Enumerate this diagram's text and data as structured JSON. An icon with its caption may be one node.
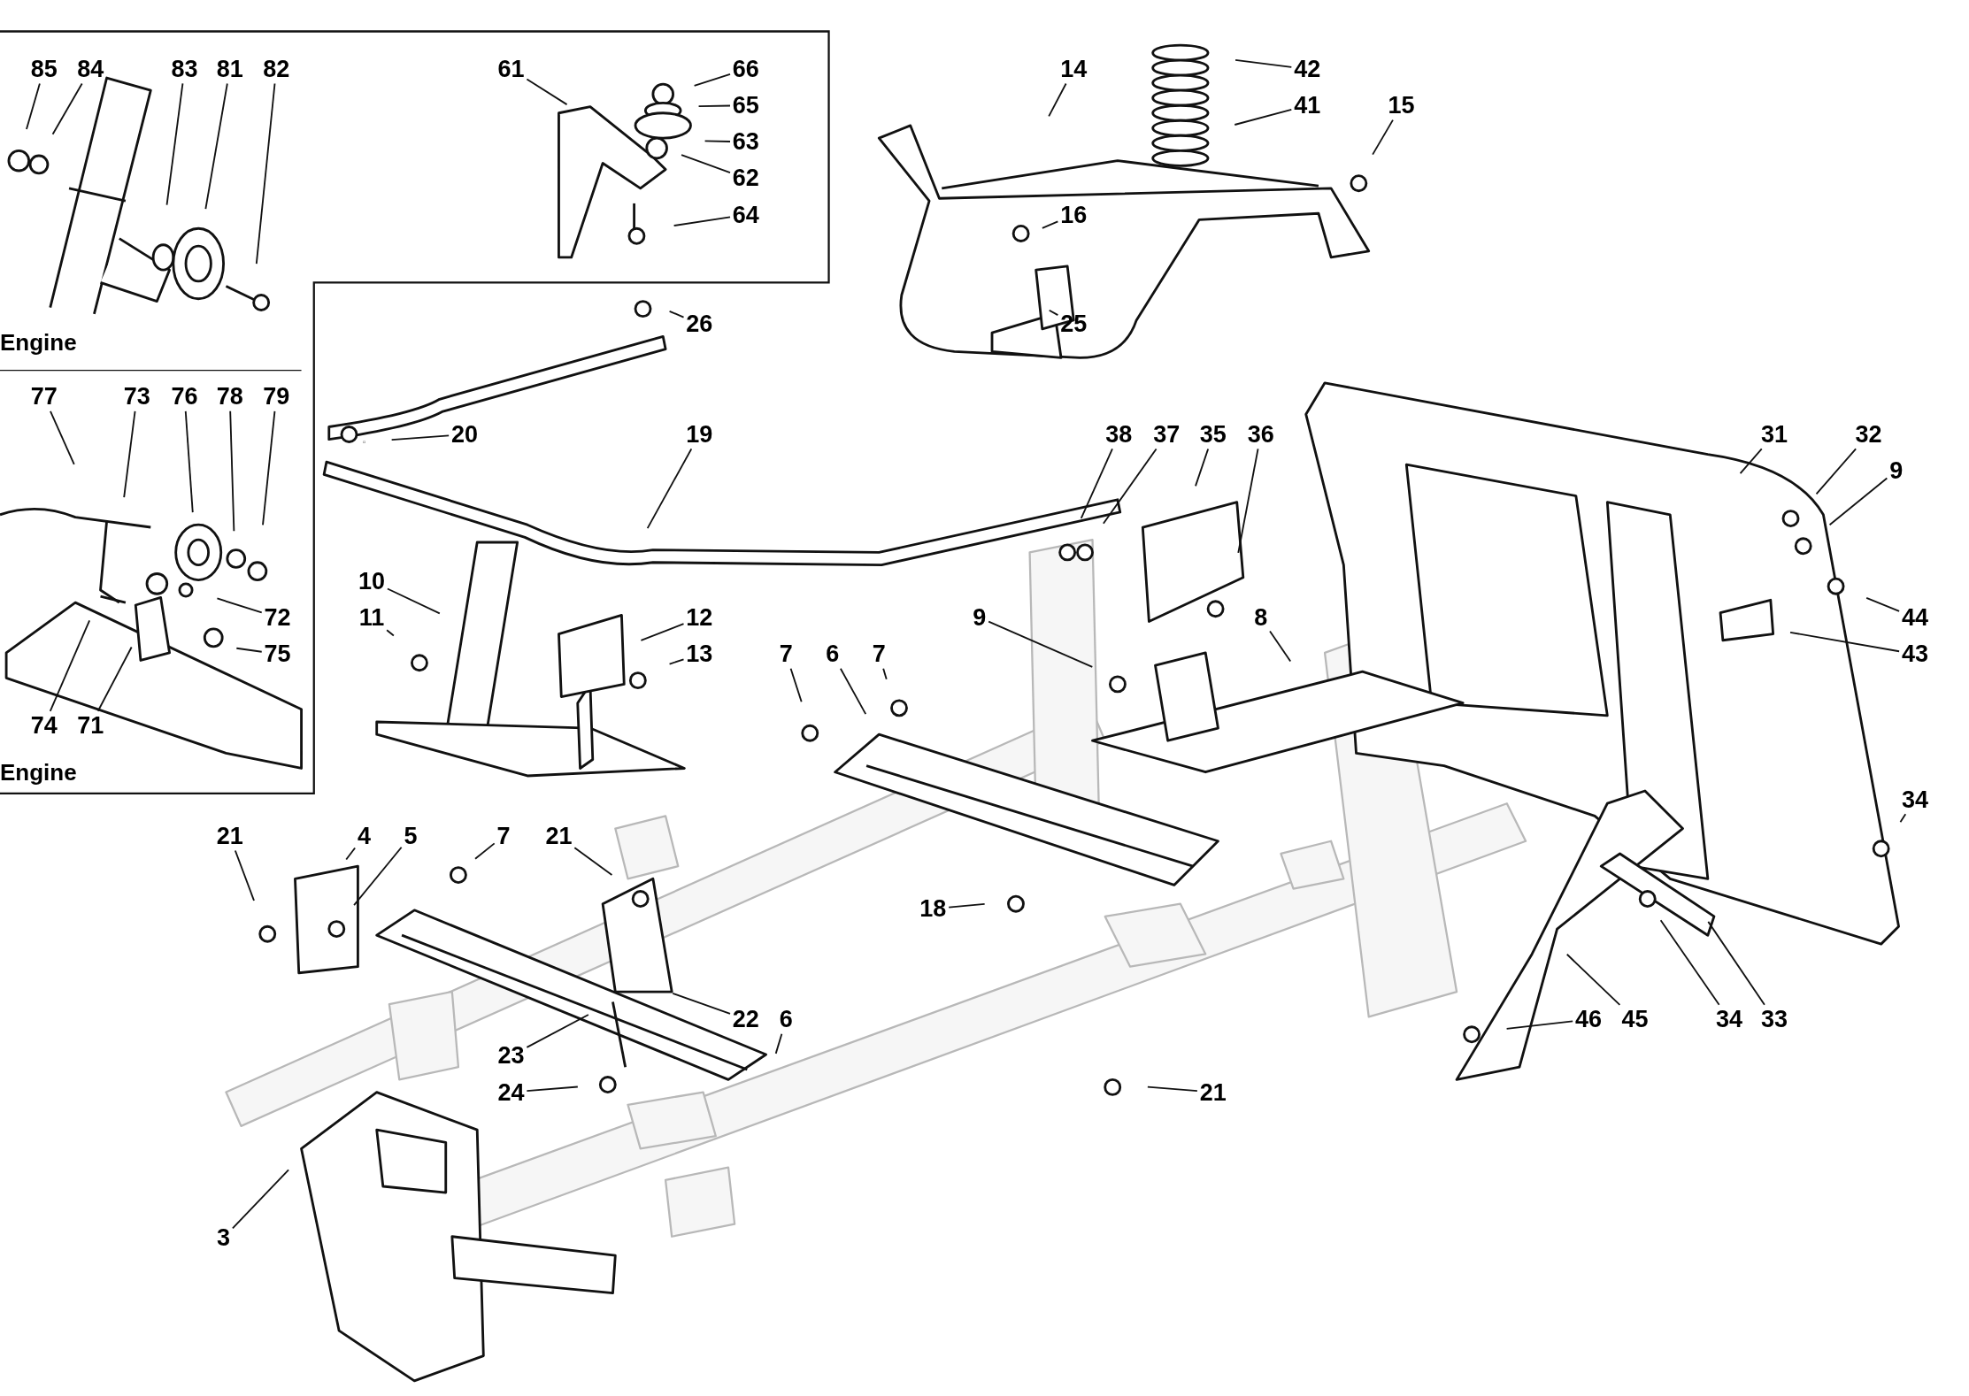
{
  "diagram": {
    "nodes": [
      {
        "text": [
          "85"
        ]
      },
      {
        "text": [
          "84"
        ]
      },
      {
        "text": [
          "83"
        ]
      },
      {
        "text": [
          "81"
        ]
      },
      {
        "text": [
          "82"
        ]
      },
      {
        "text": [
          "61"
        ]
      },
      {
        "text": [
          "66"
        ]
      },
      {
        "text": [
          "65"
        ]
      },
      {
        "text": [
          "63"
        ]
      },
      {
        "text": [
          "62"
        ]
      },
      {
        "text": [
          "64"
        ]
      },
      {
        "text": [
          "14"
        ]
      },
      {
        "text": [
          "42"
        ]
      },
      {
        "text": [
          "41"
        ]
      },
      {
        "text": [
          "15"
        ]
      },
      {
        "text": [
          "16"
        ]
      },
      {
        "text": [
          "25"
        ]
      },
      {
        "text": [
          "26"
        ]
      },
      {
        "text": [
          "77"
        ]
      },
      {
        "text": [
          "73"
        ]
      },
      {
        "text": [
          "76"
        ]
      },
      {
        "text": [
          "78"
        ]
      },
      {
        "text": [
          "79"
        ]
      },
      {
        "text": [
          "20"
        ]
      },
      {
        "text": [
          "19"
        ]
      },
      {
        "text": [
          "38"
        ]
      },
      {
        "text": [
          "37"
        ]
      },
      {
        "text": [
          "35"
        ]
      },
      {
        "text": [
          "36"
        ]
      },
      {
        "text": [
          "31"
        ]
      },
      {
        "text": [
          "32"
        ]
      },
      {
        "text": [
          "9"
        ]
      },
      {
        "text": [
          "10"
        ]
      },
      {
        "text": [
          "72"
        ]
      },
      {
        "text": [
          "12"
        ]
      },
      {
        "text": [
          "44"
        ]
      },
      {
        "text": [
          "11"
        ]
      },
      {
        "text": [
          "9"
        ]
      },
      {
        "text": [
          "8"
        ]
      },
      {
        "text": [
          "75"
        ]
      },
      {
        "text": [
          "13"
        ]
      },
      {
        "text": [
          "43"
        ]
      },
      {
        "text": [
          "7"
        ]
      },
      {
        "text": [
          "6"
        ]
      },
      {
        "text": [
          "7"
        ]
      },
      {
        "text": [
          "74"
        ]
      },
      {
        "text": [
          "71"
        ]
      },
      {
        "text": [
          "34"
        ]
      },
      {
        "text": [
          "21"
        ]
      },
      {
        "text": [
          "4"
        ]
      },
      {
        "text": [
          "5"
        ]
      },
      {
        "text": [
          "7"
        ]
      },
      {
        "text": [
          "21"
        ]
      },
      {
        "text": [
          "18"
        ]
      },
      {
        "text": [
          "22"
        ]
      },
      {
        "text": [
          "6"
        ]
      },
      {
        "text": [
          "46"
        ]
      },
      {
        "text": [
          "45"
        ]
      },
      {
        "text": [
          "34"
        ]
      },
      {
        "text": [
          "33"
        ]
      },
      {
        "text": [
          "23"
        ]
      },
      {
        "text": [
          "24"
        ]
      },
      {
        "text": [
          "21"
        ]
      },
      {
        "text": [
          "3"
        ]
      }
    ],
    "edges": [
      {
        "from": 0,
        "to": null,
        "arrow": "none"
      },
      {
        "from": 1,
        "to": null,
        "arrow": "none"
      },
      {
        "from": 2,
        "to": null,
        "arrow": "none"
      },
      {
        "from": 3,
        "to": null,
        "arrow": "none"
      },
      {
        "from": 4,
        "to": null,
        "arrow": "none"
      },
      {
        "from": 5,
        "to": null,
        "arrow": "none"
      },
      {
        "from": 6,
        "to": null,
        "arrow": "none"
      },
      {
        "from": 7,
        "to": null,
        "arrow": "none"
      },
      {
        "from": 8,
        "to": null,
        "arrow": "none"
      },
      {
        "from": 9,
        "to": null,
        "arrow": "none"
      },
      {
        "from": 10,
        "to": null,
        "arrow": "none"
      },
      {
        "from": 11,
        "to": null,
        "arrow": "none"
      },
      {
        "from": 12,
        "to": null,
        "arrow": "none"
      },
      {
        "from": 13,
        "to": null,
        "arrow": "none"
      },
      {
        "from": 14,
        "to": null,
        "arrow": "none"
      },
      {
        "from": 15,
        "to": null,
        "arrow": "none"
      },
      {
        "from": 16,
        "to": null,
        "arrow": "none"
      },
      {
        "from": 17,
        "to": null,
        "arrow": "none"
      },
      {
        "from": 18,
        "to": null,
        "arrow": "none"
      },
      {
        "from": 19,
        "to": null,
        "arrow": "none"
      },
      {
        "from": 20,
        "to": null,
        "arrow": "none"
      },
      {
        "from": 21,
        "to": null,
        "arrow": "none"
      },
      {
        "from": 22,
        "to": null,
        "arrow": "none"
      },
      {
        "from": 23,
        "to": null,
        "arrow": "none"
      },
      {
        "from": 24,
        "to": null,
        "arrow": "none"
      },
      {
        "from": 25,
        "to": null,
        "arrow": "none"
      },
      {
        "from": 26,
        "to": null,
        "arrow": "none"
      },
      {
        "from": 27,
        "to": null,
        "arrow": "none"
      },
      {
        "from": 28,
        "to": null,
        "arrow": "none"
      },
      {
        "from": 29,
        "to": null,
        "arrow": "none"
      },
      {
        "from": 30,
        "to": null,
        "arrow": "none"
      },
      {
        "from": 31,
        "to": null,
        "arrow": "none"
      },
      {
        "from": 32,
        "to": null,
        "arrow": "none"
      },
      {
        "from": 33,
        "to": null,
        "arrow": "none"
      },
      {
        "from": 34,
        "to": null,
        "arrow": "none"
      },
      {
        "from": 35,
        "to": null,
        "arrow": "none"
      },
      {
        "from": 36,
        "to": null,
        "arrow": "none"
      },
      {
        "from": 37,
        "to": null,
        "arrow": "none"
      },
      {
        "from": 38,
        "to": null,
        "arrow": "none"
      },
      {
        "from": 39,
        "to": null,
        "arrow": "none"
      },
      {
        "from": 40,
        "to": null,
        "arrow": "none"
      },
      {
        "from": 41,
        "to": null,
        "arrow": "none"
      },
      {
        "from": 42,
        "to": null,
        "arrow": "none"
      },
      {
        "from": 43,
        "to": null,
        "arrow": "none"
      },
      {
        "from": 44,
        "to": null,
        "arrow": "none"
      },
      {
        "from": 45,
        "to": null,
        "arrow": "none"
      },
      {
        "from": 46,
        "to": null,
        "arrow": "none"
      },
      {
        "from": 47,
        "to": null,
        "arrow": "none"
      },
      {
        "from": 48,
        "to": null,
        "arrow": "none"
      },
      {
        "from": 49,
        "to": null,
        "arrow": "none"
      },
      {
        "from": 50,
        "to": null,
        "arrow": "none"
      },
      {
        "from": 51,
        "to": null,
        "arrow": "none"
      },
      {
        "from": 52,
        "to": null,
        "arrow": "none"
      },
      {
        "from": 53,
        "to": null,
        "arrow": "none"
      },
      {
        "from": 54,
        "to": null,
        "arrow": "none"
      },
      {
        "from": 55,
        "to": null,
        "arrow": "none"
      },
      {
        "from": 56,
        "to": null,
        "arrow": "none"
      },
      {
        "from": 57,
        "to": null,
        "arrow": "none"
      },
      {
        "from": 58,
        "to": null,
        "arrow": "none"
      },
      {
        "from": 59,
        "to": null,
        "arrow": "none"
      },
      {
        "from": 60,
        "to": null,
        "arrow": "none"
      },
      {
        "from": 61,
        "to": null,
        "arrow": "none"
      },
      {
        "from": 62,
        "to": null,
        "arrow": "none"
      },
      {
        "from": 63,
        "to": null,
        "arrow": "none"
      }
    ],
    "labels": [
      "Engine",
      "Engine"
    ]
  }
}
